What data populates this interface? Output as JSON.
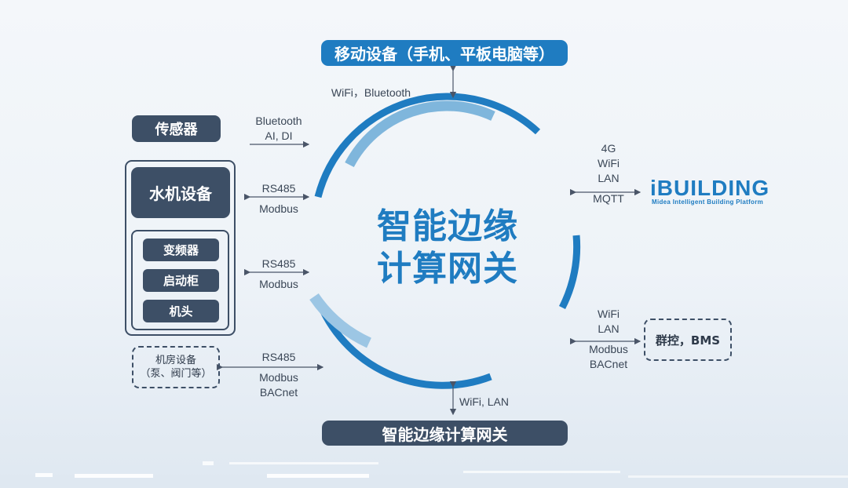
{
  "nodes": {
    "mobile": "移动设备（手机、平板电脑等）",
    "gateway_bottom": "智能边缘计算网关",
    "sensor": "传感器",
    "chiller": "水机设备",
    "vfd": "变频器",
    "starter": "启动柜",
    "compressor": "机头",
    "engine_room_line1": "机房设备",
    "engine_room_line2": "（泵、阀门等）",
    "group_control": "群控，BMS"
  },
  "center": {
    "line1": "智能边缘",
    "line2": "计算网关"
  },
  "logo": {
    "main": "iBUILDING",
    "sub": "Midea Intelligent Building Platform"
  },
  "links": {
    "mobile": "WiFi，Bluetooth",
    "sensor_line1": "Bluetooth",
    "sensor_line2": "AI, DI",
    "chiller_line1": "RS485",
    "chiller_line2": "Modbus",
    "vfd_line1": "RS485",
    "vfd_line2": "Modbus",
    "engine_line1": "RS485",
    "engine_line2": "Modbus",
    "engine_line3": "BACnet",
    "cloud_line1": "4G",
    "cloud_line2": "WiFi",
    "cloud_line3": "LAN",
    "cloud_line4": "MQTT",
    "bms_line1": "WiFi",
    "bms_line2": "LAN",
    "bms_line3": "Modbus",
    "bms_line4": "BACnet",
    "gateway": "WiFi, LAN"
  },
  "colors": {
    "accent_blue": "#1f7cc1",
    "light_blue": "#5fa2d1",
    "dark_slate": "#3d4f66"
  }
}
